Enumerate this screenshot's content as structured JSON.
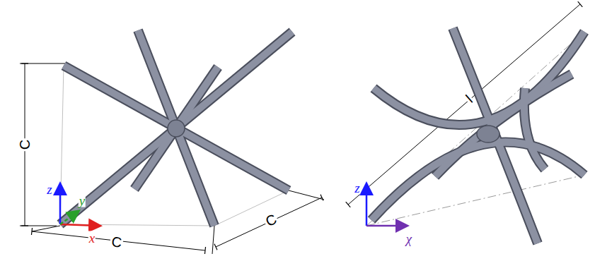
{
  "diagram": {
    "labels": [
      "C",
      "z",
      "y",
      "x",
      "C",
      "C",
      "l",
      "z",
      "χ"
    ]
  }
}
